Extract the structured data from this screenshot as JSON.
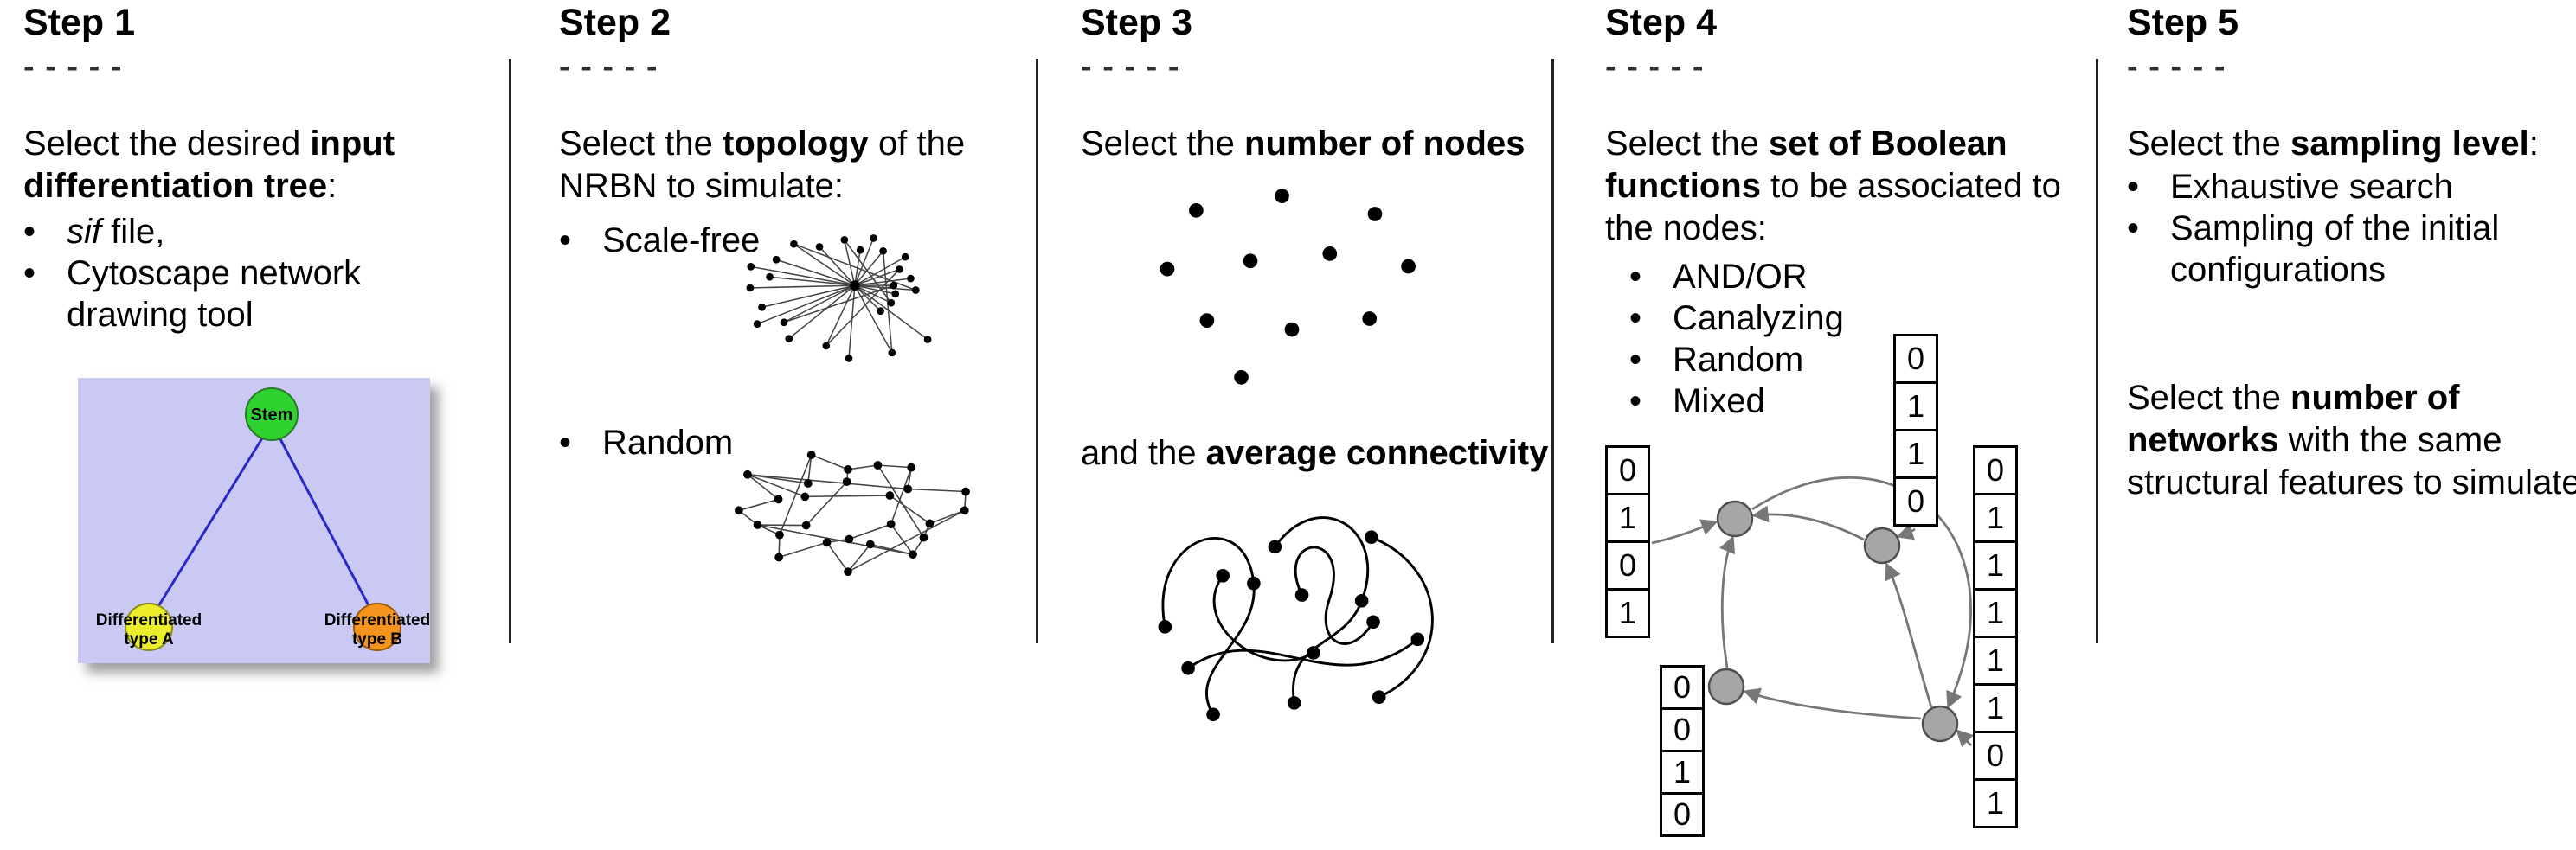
{
  "steps": {
    "s1": {
      "title": "Step 1",
      "dashes": "- - - - -",
      "intro_l1": {
        "pre": "Select the desired ",
        "bold": "input"
      },
      "intro_l2": {
        "bold": "differentiation tree",
        "post": ":"
      },
      "bullet1": {
        "italic": "sif",
        "post": " file,"
      },
      "bullet2_l1": "Cytoscape network",
      "bullet2_l2": "drawing tool",
      "tree": {
        "stem_label": "Stem",
        "type_a_l1": "Differentiated",
        "type_a_l2": "type A",
        "type_b_l1": "Differentiated",
        "type_b_l2": "type B",
        "colors": {
          "background": "#c9c9f3",
          "stem": "#2fd12f",
          "type_a": "#ecec2d",
          "type_b": "#f5941d",
          "edge": "#2929c9"
        }
      }
    },
    "s2": {
      "title": "Step 2",
      "dashes": "- - - - -",
      "intro_l1": {
        "pre": "Select the ",
        "bold": "topology",
        "post": " of the"
      },
      "intro_l2": {
        "pre": "NRBN to simulate:"
      },
      "bullet1": "Scale-free",
      "bullet2": "Random"
    },
    "s3": {
      "title": "Step 3",
      "dashes": "- - - - -",
      "line1": {
        "pre": "Select the ",
        "bold": "number of nodes"
      },
      "line2": {
        "pre": "and the ",
        "bold": "average connectivity"
      }
    },
    "s4": {
      "title": "Step 4",
      "dashes": "- - - - -",
      "intro_l1": {
        "pre": "Select the ",
        "bold": "set of Boolean"
      },
      "intro_l2": {
        "bold": "functions",
        "post": " to be associated to"
      },
      "intro_l3": {
        "pre": "the nodes:"
      },
      "bullets": [
        "AND/OR",
        "Canalyzing",
        "Random",
        "Mixed"
      ],
      "truth_tables": {
        "left": [
          "0",
          "1",
          "0",
          "1"
        ],
        "top": [
          "0",
          "1",
          "1",
          "0"
        ],
        "bottom": [
          "0",
          "0",
          "1",
          "0"
        ],
        "right": [
          "0",
          "1",
          "1",
          "1",
          "1",
          "1",
          "0",
          "1"
        ]
      }
    },
    "s5": {
      "title": "Step 5",
      "dashes": "- - - - -",
      "intro": {
        "pre": "Select the ",
        "bold": "sampling level",
        "post": ":"
      },
      "bullet1": "Exhaustive search",
      "bullet2_l1": "Sampling of the initial",
      "bullet2_l2": "configurations",
      "para2_l1": {
        "pre": "Select the ",
        "bold": "number of"
      },
      "para2_l2": {
        "bold": "networks",
        "post": " with the same"
      },
      "para2_l3": {
        "pre": "structural features to simulate"
      }
    }
  }
}
